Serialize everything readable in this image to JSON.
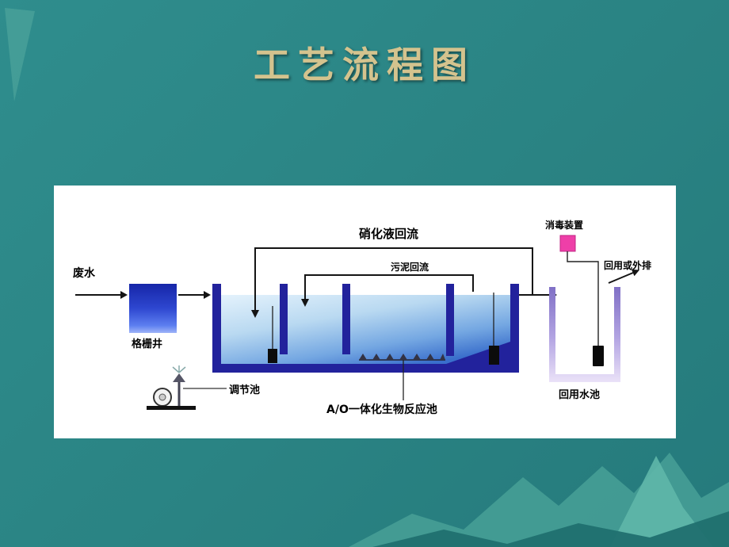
{
  "slide": {
    "title": "工艺流程图",
    "bg_color": "#2a8585",
    "title_color": "#d4c38e"
  },
  "diagram": {
    "labels": {
      "wastewater": "废水",
      "grid_well": "格栅井",
      "regulating_tank": "调节池",
      "reactor": "A/O一体化生物反应池",
      "nitrified_recycle": "硝化液回流",
      "sludge_return": "污泥回流",
      "disinfection_device": "消毒装置",
      "reuse_or_discharge": "回用或外排",
      "reuse_tank": "回用水池"
    },
    "colors": {
      "tank_wall_navy": "#22229c",
      "water_light": "#e4f2fc",
      "water_dark": "#3a6fcc",
      "grid_well_blue": "#2e47d0",
      "reuse_wall_purple": "#b4a6e3",
      "disinfect_pink": "#ee3fa8",
      "line_black": "#141414"
    }
  }
}
